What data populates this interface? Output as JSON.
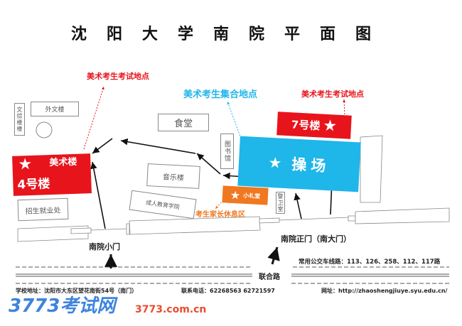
{
  "title": "沈阳大学南院平面图",
  "labels": {
    "exam_site_1": "美术考生考试地点",
    "exam_site_2": "美术考生考试地点",
    "assembly_site": "美术考生集合地点",
    "rest_area": "考生家长休息区"
  },
  "buildings": {
    "wenzong": "文综楼楼",
    "waiwen": "外文楼",
    "canteen": "食堂",
    "library": "图书馆",
    "playground": "操场",
    "building7": "7号楼",
    "meishu": "美术楼",
    "building4": "4号楼",
    "music": "音乐楼",
    "adult_edu": "成人教育学院",
    "admissions": "招生就业处",
    "small_hall": "小礼堂",
    "guard": "警卫室"
  },
  "gates": {
    "small_gate": "南院小门",
    "main_gate": "南院正门（南大门）"
  },
  "road": {
    "name": "联合路",
    "bus": "常用公交车线路：113、126、258、112、117路"
  },
  "footer": {
    "address": "学校地址：沈阳市大东区望花南街54号（南门）",
    "phone": "联系电话：62268563  62721597",
    "website": "网址：http://zhaoshengjiuye.syu.edu.cn/"
  },
  "watermark": {
    "main": "3773考试网",
    "sub": "3773.com.cn"
  },
  "colors": {
    "red": "#e8141c",
    "cyan": "#1fb6ea",
    "orange": "#f07820"
  }
}
